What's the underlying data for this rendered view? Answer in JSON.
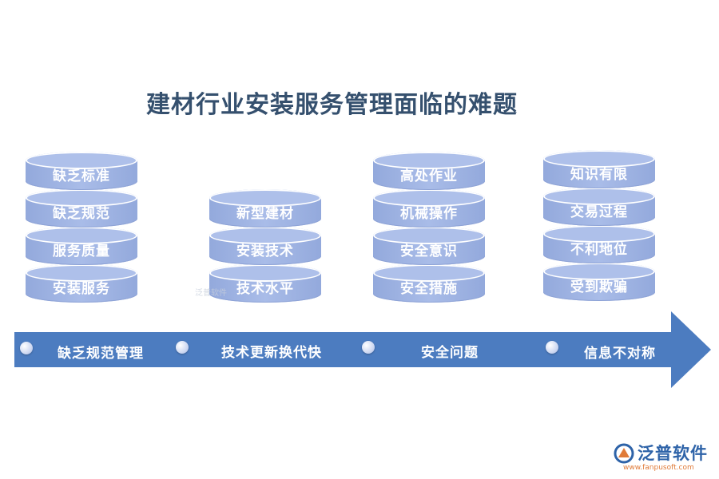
{
  "title": "建材行业安装服务管理面临的难题",
  "stacks": [
    {
      "category": "缺乏规范管理",
      "items": [
        "缺乏标准",
        "缺乏规范",
        "服务质量",
        "安装服务"
      ]
    },
    {
      "category": "技术更新换代快",
      "items": [
        "新型建材",
        "安装技术",
        "技术水平"
      ]
    },
    {
      "category": "安全问题",
      "items": [
        "高处作业",
        "机械操作",
        "安全意识",
        "安全措施"
      ]
    },
    {
      "category": "信息不对称",
      "items": [
        "知识有限",
        "交易过程",
        "不利地位",
        "受到欺骗"
      ]
    }
  ],
  "colors": {
    "disk": "#a3b6e4",
    "arrow": "#4c7cc0",
    "title": "#35506e"
  },
  "watermark": "泛普软件",
  "logo": {
    "name": "泛普软件",
    "url": "www.fanpusoft.com",
    "icon": "fanpu-logo-icon"
  }
}
